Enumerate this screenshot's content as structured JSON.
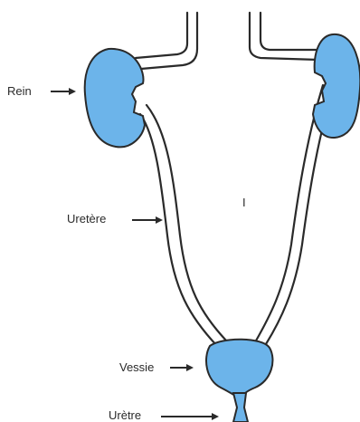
{
  "labels": {
    "kidney": "Rein",
    "ureter": "Uretère",
    "bladder": "Vessie",
    "urethra": "Urètre",
    "center_mark": "I"
  },
  "colors": {
    "organ_fill": "#6cb4ea",
    "outline": "#2a2a2a"
  }
}
